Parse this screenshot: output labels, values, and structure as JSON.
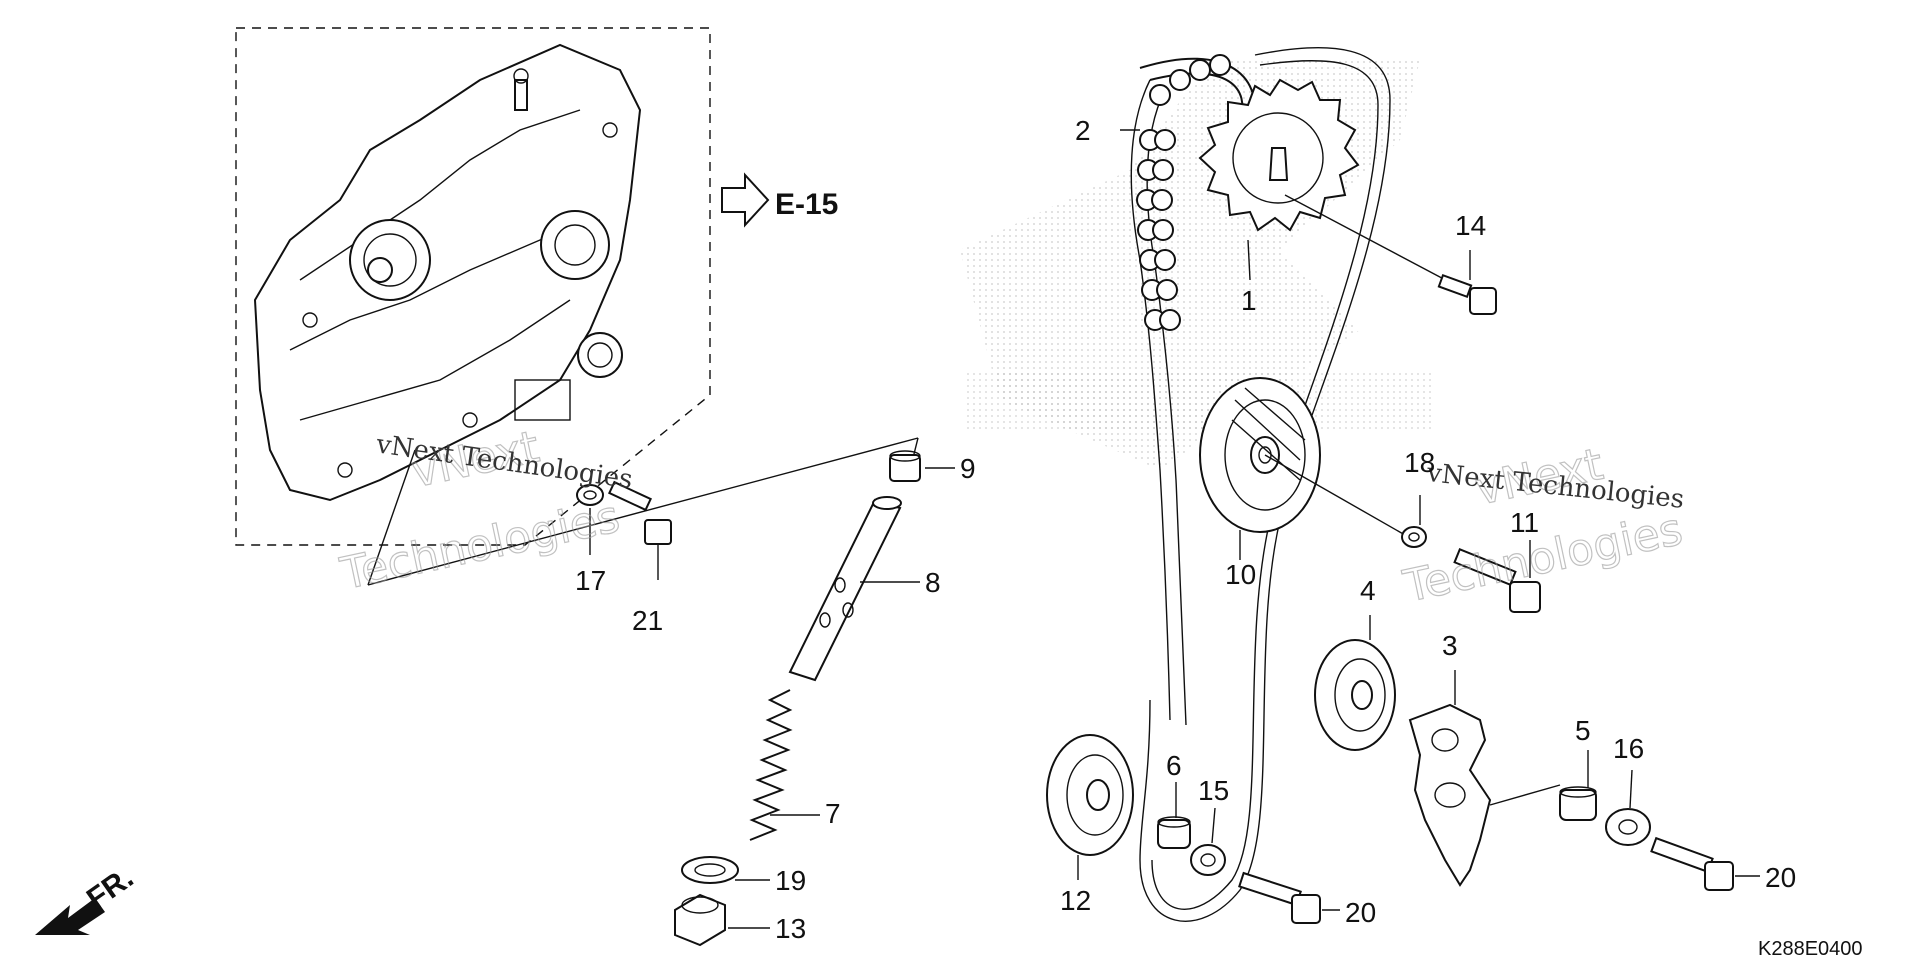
{
  "diagram": {
    "reference": {
      "label": "E-15"
    },
    "front_indicator": {
      "label": "FR."
    },
    "drawing_code": "K288E0400",
    "watermark": {
      "line1": "vNext",
      "line2": "Technologies",
      "small": "vNext Technologies"
    },
    "callouts": [
      {
        "id": "c1",
        "label": "1"
      },
      {
        "id": "c2",
        "label": "2"
      },
      {
        "id": "c3",
        "label": "3"
      },
      {
        "id": "c4",
        "label": "4"
      },
      {
        "id": "c5",
        "label": "5"
      },
      {
        "id": "c6",
        "label": "6"
      },
      {
        "id": "c7",
        "label": "7"
      },
      {
        "id": "c8",
        "label": "8"
      },
      {
        "id": "c9",
        "label": "9"
      },
      {
        "id": "c10",
        "label": "10"
      },
      {
        "id": "c11",
        "label": "11"
      },
      {
        "id": "c12",
        "label": "12"
      },
      {
        "id": "c13",
        "label": "13"
      },
      {
        "id": "c14",
        "label": "14"
      },
      {
        "id": "c15",
        "label": "15"
      },
      {
        "id": "c16",
        "label": "16"
      },
      {
        "id": "c17",
        "label": "17"
      },
      {
        "id": "c18",
        "label": "18"
      },
      {
        "id": "c19",
        "label": "19"
      },
      {
        "id": "c20a",
        "label": "20"
      },
      {
        "id": "c20b",
        "label": "20"
      },
      {
        "id": "c21",
        "label": "21"
      }
    ]
  }
}
